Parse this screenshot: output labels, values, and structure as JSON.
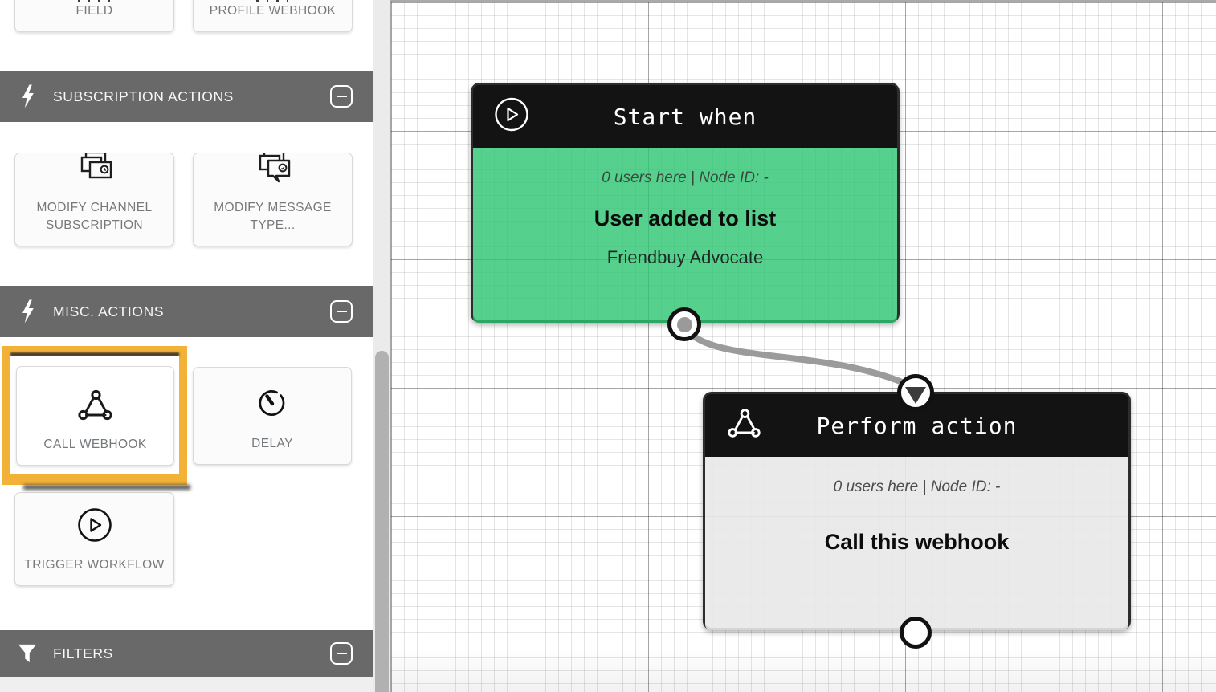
{
  "sidebar": {
    "top_cards": [
      {
        "label": "FIELD"
      },
      {
        "label": "PROFILE WEBHOOK"
      }
    ],
    "sections": [
      {
        "title": "SUBSCRIPTION ACTIONS",
        "icon": "lightning-icon"
      },
      {
        "title": "MISC. ACTIONS",
        "icon": "lightning-icon"
      },
      {
        "title": "FILTERS",
        "icon": "funnel-icon"
      }
    ],
    "cards": {
      "modify_channel": {
        "label": "MODIFY CHANNEL SUBSCRIPTION",
        "icon": "channel-cards-icon"
      },
      "modify_message": {
        "label": "MODIFY MESSAGE TYPE...",
        "icon": "message-bubbles-icon"
      },
      "call_webhook": {
        "label": "CALL WEBHOOK",
        "icon": "webhook-icon",
        "highlighted": true
      },
      "delay": {
        "label": "DELAY",
        "icon": "stopwatch-icon"
      },
      "trigger_workflow": {
        "label": "TRIGGER WORKFLOW",
        "icon": "play-circle-icon"
      }
    },
    "highlight_color": "#F2B237",
    "header_color": "#696969"
  },
  "canvas": {
    "start_node": {
      "header": "Start when",
      "icon": "play-circle-icon",
      "meta": "0 users here | Node ID: -",
      "title": "User added to list",
      "subtitle": "Friendbuy Advocate",
      "body_color": "#57D18D"
    },
    "action_node": {
      "header": "Perform action",
      "icon": "webhook-icon",
      "meta": "0 users here | Node ID: -",
      "title": "Call this webhook",
      "body_color": "#EAEAEA"
    },
    "connector_color": "#9B9B9B"
  }
}
